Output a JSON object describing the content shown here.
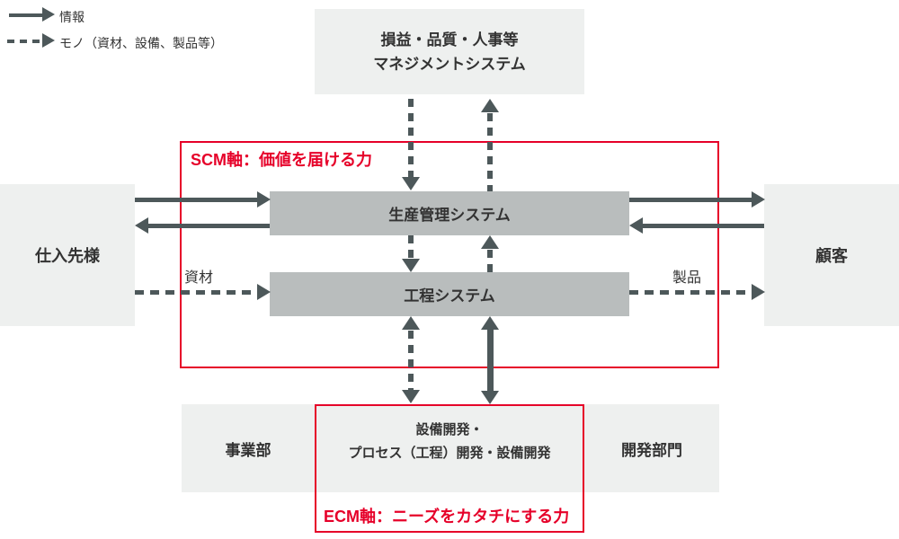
{
  "legend": {
    "info": "情報",
    "mono": "モノ（資材、設備、製品等）"
  },
  "nodes": {
    "management_line1": "損益・品質・人事等",
    "management_line2": "マネジメントシステム",
    "supplier": "仕入先様",
    "customer": "顧客",
    "production_system": "生産管理システム",
    "process_system": "工程システム",
    "business_division": "事業部",
    "development_department": "開発部門",
    "development_line1": "設備開発・",
    "development_line2": "プロセス（工程）開発・設備開発"
  },
  "axes": {
    "scm": "SCM軸：価値を届ける力",
    "ecm": "ECM軸：ニーズをカタチにする力"
  },
  "flows": {
    "materials": "資材",
    "products": "製品"
  },
  "colors": {
    "accent_red": "#e60029",
    "arrow_dark": "#4d585a",
    "bar_gray": "#b9bdbd",
    "panel_gray": "#eef0ef",
    "text_dark": "#333333"
  }
}
